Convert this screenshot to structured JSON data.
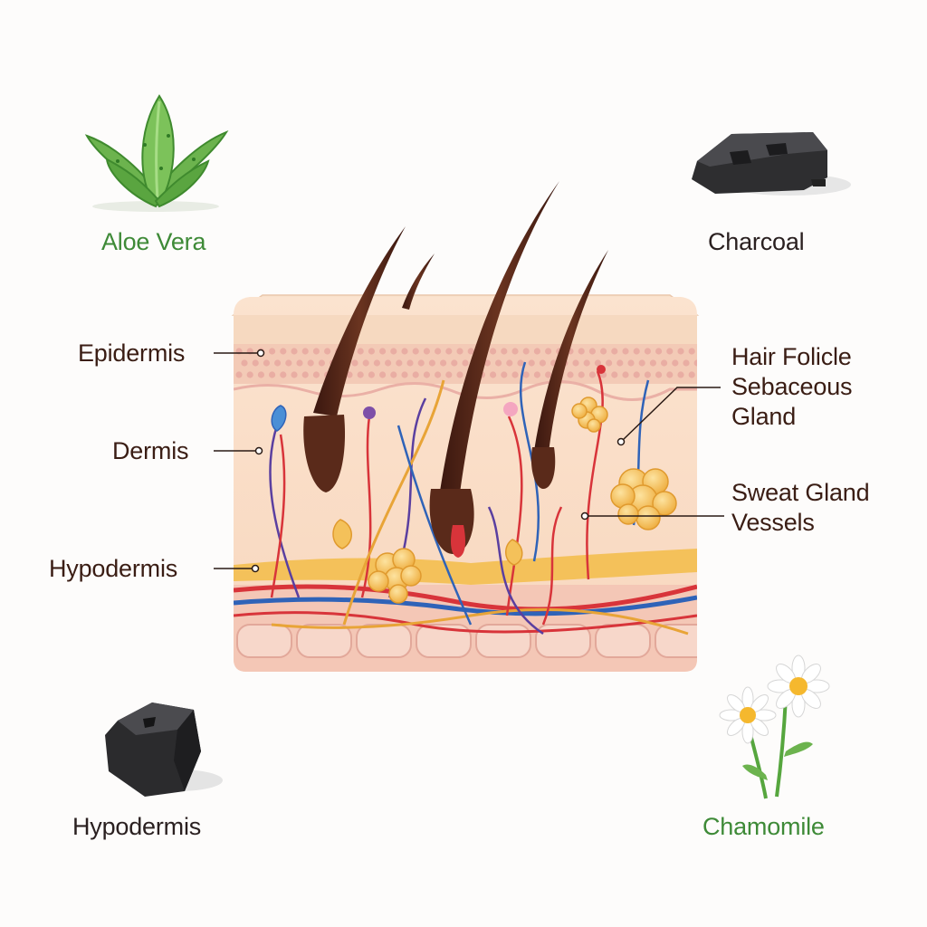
{
  "ingredients": {
    "aloe_vera": "Aloe Vera",
    "charcoal_top": "Charcoal",
    "charcoal_bottom": "Hypodermis",
    "chamomile": "Chamomile"
  },
  "layers": {
    "epidermis": "Epidermis",
    "dermis": "Dermis",
    "hypodermis": "Hypodermis"
  },
  "structures": {
    "hair_follicle": "Hair Folicle",
    "sebaceous": "Sebaceous",
    "gland": "Gland",
    "sweat_gland": "Sweat Gland",
    "vessels": "Vessels"
  },
  "colors": {
    "label_green": "#3e8a37",
    "label_dark": "#2a2020",
    "label_brown": "#3a1d14",
    "hair": "#4a2318",
    "artery": "#d8343a",
    "vein": "#2f63b8",
    "nerve": "#e8a437",
    "fat": "#f4c15a"
  },
  "icons": [
    "aloe-vera-icon",
    "charcoal-block-icon",
    "charcoal-lump-icon",
    "chamomile-flower-icon"
  ]
}
